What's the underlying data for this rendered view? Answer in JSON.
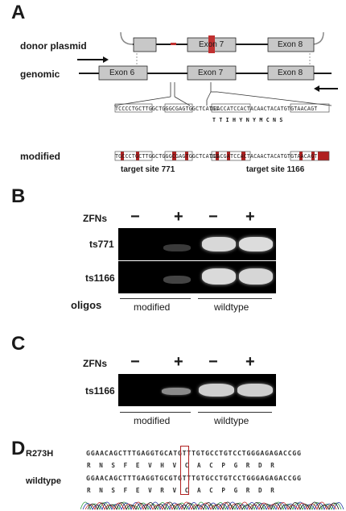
{
  "panels": {
    "a": "A",
    "b": "B",
    "c": "C",
    "d": "D"
  },
  "panelA": {
    "donor_label": "donor plasmid",
    "genomic_label": "genomic",
    "modified_label": "modified",
    "donor_exons": [
      "Exon 7",
      "Exon 8"
    ],
    "genomic_exons": [
      "Exon 6",
      "Exon 7",
      "Exon 8"
    ],
    "wt_seq_771": "TCCCCTGCTTGGCTGGGCGAGTGGCTCATGC",
    "mod_seq_771": "TGCCCTGCTTGGCTGGGCGAGTGGCTCATGC",
    "wt_seq_1166": "CCACCATCCACTACAACTACATGTGTAACAGT",
    "aa_1166": "T  T  I  H  Y  N  Y  M  C  N  S",
    "mod_seq_1166": "CCACGATCCACTACAACTACATGTGTAACAGT",
    "site_771": "target site 771",
    "site_1166": "target site 1166"
  },
  "panelB": {
    "zfns_label": "ZFNs",
    "lanes": [
      "−",
      "+",
      "−",
      "+"
    ],
    "rows": [
      "ts771",
      "ts1166"
    ],
    "oligos_label": "oligos",
    "groups": [
      "modified",
      "wildtype"
    ]
  },
  "panelC": {
    "zfns_label": "ZFNs",
    "lanes": [
      "−",
      "+",
      "−",
      "+"
    ],
    "row": "ts1166",
    "groups": [
      "modified",
      "wildtype"
    ]
  },
  "panelD": {
    "r273h_label": "R273H",
    "wildtype_label": "wildtype",
    "seq_r273h": "GGAACAGCTTTGAGGTGCATGTTTGTGCCTGTCCTGGGAGAGACCGG",
    "aa_r273h": "R  N  S  F  E  V  H  V  C  A  C  P  G  R  D  R",
    "seq_wt": "GGAACAGCTTTGAGGTGCGTGTTTGTGCCTGTCCTGGGAGAGACCGG",
    "aa_wt": "R  N  S  F  E  V  R  V  C  A  C  P  G  R  D  R"
  },
  "colors": {
    "highlight": "#b02020",
    "exon_fill": "#c8c8c8",
    "gel": "#000000"
  }
}
